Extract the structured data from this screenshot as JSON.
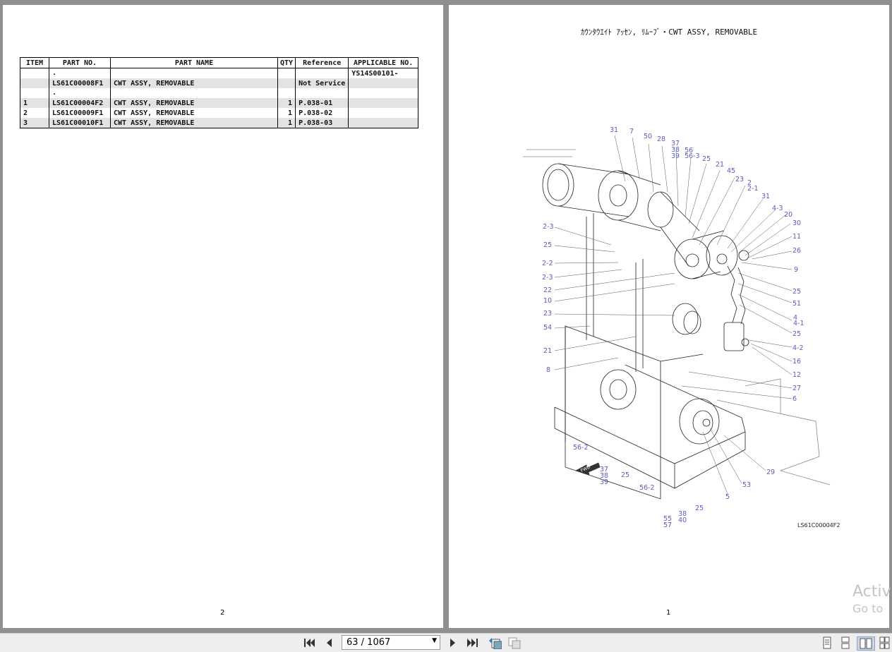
{
  "left_page": {
    "table": {
      "headers": [
        "ITEM",
        "PART NO.",
        "PART NAME",
        "QTY",
        "Reference",
        "APPLICABLE NO."
      ],
      "rows": [
        {
          "item": "",
          "part_no": ".",
          "part_name": "",
          "qty": "",
          "ref": "",
          "applicable": "YS14S00101-",
          "shaded": false
        },
        {
          "item": "",
          "part_no": "LS61C00008F1",
          "part_name": "CWT ASSY, REMOVABLE",
          "qty": "",
          "ref": "Not Service",
          "applicable": "",
          "shaded": true
        },
        {
          "item": "",
          "part_no": ".",
          "part_name": "",
          "qty": "",
          "ref": "",
          "applicable": "",
          "shaded": false
        },
        {
          "item": "1",
          "part_no": "LS61C00004F2",
          "part_name": "CWT ASSY, REMOVABLE",
          "qty": "1",
          "ref": "P.038-01",
          "applicable": "",
          "shaded": true
        },
        {
          "item": "2",
          "part_no": "LS61C00009F1",
          "part_name": "CWT ASSY, REMOVABLE",
          "qty": "1",
          "ref": "P.038-02",
          "applicable": "",
          "shaded": false
        },
        {
          "item": "3",
          "part_no": "LS61C00010F1",
          "part_name": "CWT ASSY, REMOVABLE",
          "qty": "1",
          "ref": "P.038-03",
          "applicable": "",
          "shaded": true
        }
      ]
    },
    "page_number": "2"
  },
  "right_page": {
    "title": "ｶｳﾝﾀｳｴｲﾄ ｱｯｾﾝ, ﾘﾑｰﾌﾞ・CWT ASSY, REMOVABLE",
    "drawing_code": "LS61C00004F2",
    "page_number": "1",
    "callouts": [
      "31",
      "7",
      "50",
      "28",
      "37",
      "38",
      "39",
      "56",
      "56-3",
      "25",
      "21",
      "45",
      "23",
      "2",
      "2-1",
      "31",
      "4-3",
      "20",
      "30",
      "11",
      "26",
      "9",
      "25",
      "51",
      "4",
      "4-1",
      "25",
      "4-2",
      "16",
      "12",
      "27",
      "6",
      "29",
      "53",
      "5",
      "25",
      "38",
      "40",
      "55",
      "57",
      "56-2",
      "25",
      "37",
      "38",
      "39",
      "56-2",
      "8",
      "21",
      "54",
      "23",
      "10",
      "22",
      "2-3",
      "2-2",
      "25",
      "2-3",
      "FWD"
    ]
  },
  "watermark": {
    "line1": "Activ",
    "line2": "Go to"
  },
  "toolbar": {
    "page_indicator": "63 / 1067",
    "icons": [
      "first-page-icon",
      "prev-page-icon",
      "next-page-icon",
      "last-page-icon",
      "go-back-icon",
      "go-forward-icon",
      "single-page-view-icon",
      "continuous-view-icon",
      "two-page-view-icon",
      "two-page-continuous-view-icon"
    ]
  }
}
